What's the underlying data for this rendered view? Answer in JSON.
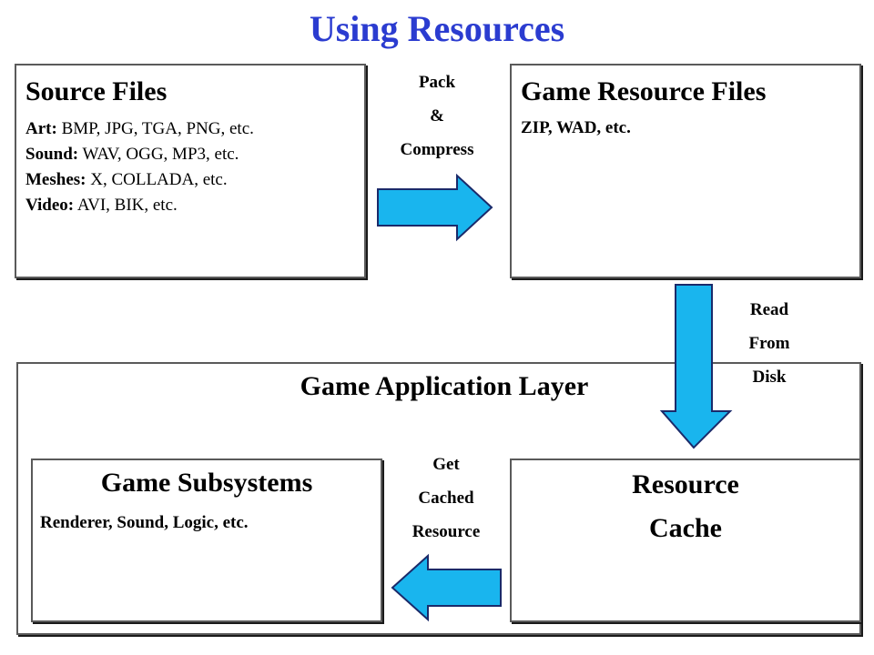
{
  "title": "Using Resources",
  "source_files": {
    "heading": "Source Files",
    "rows": [
      {
        "key": "Art:",
        "value": " BMP, JPG, TGA, PNG, etc."
      },
      {
        "key": "Sound:",
        "value": " WAV, OGG, MP3, etc."
      },
      {
        "key": "Meshes:",
        "value": " X, COLLADA, etc."
      },
      {
        "key": "Video:",
        "value": " AVI, BIK, etc."
      }
    ]
  },
  "game_resource_files": {
    "heading": "Game Resource Files",
    "subtext": "ZIP, WAD, etc."
  },
  "game_application_layer": {
    "heading": "Game Application Layer"
  },
  "game_subsystems": {
    "heading": "Game Subsystems",
    "subtext": "Renderer, Sound, Logic, etc."
  },
  "resource_cache": {
    "heading_line1": "Resource",
    "heading_line2": "Cache"
  },
  "arrows": {
    "pack_compress": [
      "Pack",
      "&",
      "Compress"
    ],
    "read_from_disk": [
      "Read",
      "From",
      "Disk"
    ],
    "get_cached_resource": [
      "Get",
      "Cached",
      "Resource"
    ]
  },
  "colors": {
    "title": "#2b3cd0",
    "arrow_fill": "#19b5ee",
    "arrow_stroke": "#1a2a6a"
  }
}
